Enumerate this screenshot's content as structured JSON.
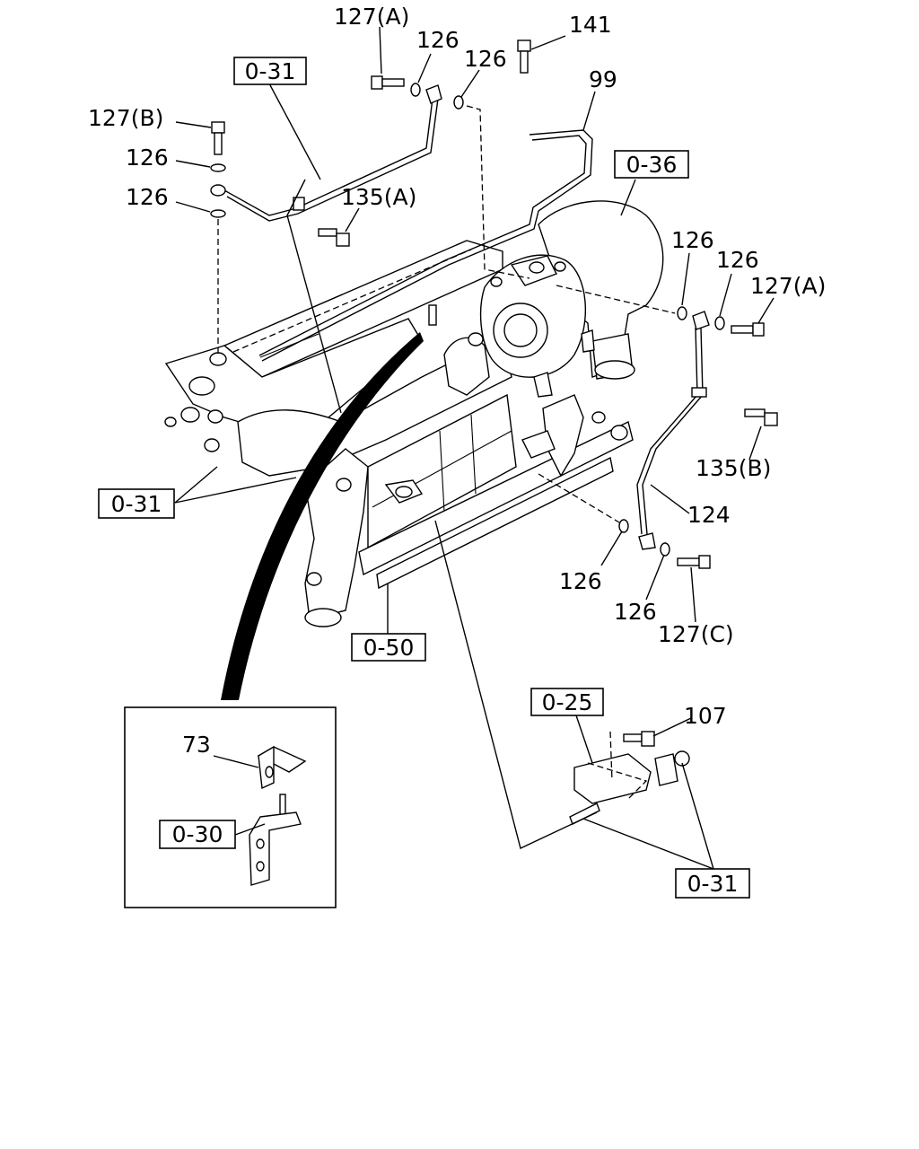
{
  "callouts": {
    "c127a_top": "127(A)",
    "c126_top1": "126",
    "c126_top2": "126",
    "c141": "141",
    "c99": "99",
    "c127b": "127(B)",
    "c126_left1": "126",
    "c126_left2": "126",
    "c135a": "135(A)",
    "c126_right1": "126",
    "c126_right2": "126",
    "c127a_right": "127(A)",
    "c135b": "135(B)",
    "c124": "124",
    "c126_bottom1": "126",
    "c126_bottom2": "126",
    "c127c": "127(C)",
    "c107": "107",
    "c73": "73"
  },
  "refs": {
    "r031_top": "0-31",
    "r036": "0-36",
    "r031_left": "0-31",
    "r050": "0-50",
    "r025": "0-25",
    "r031_bottom": "0-31",
    "r030": "0-30"
  }
}
